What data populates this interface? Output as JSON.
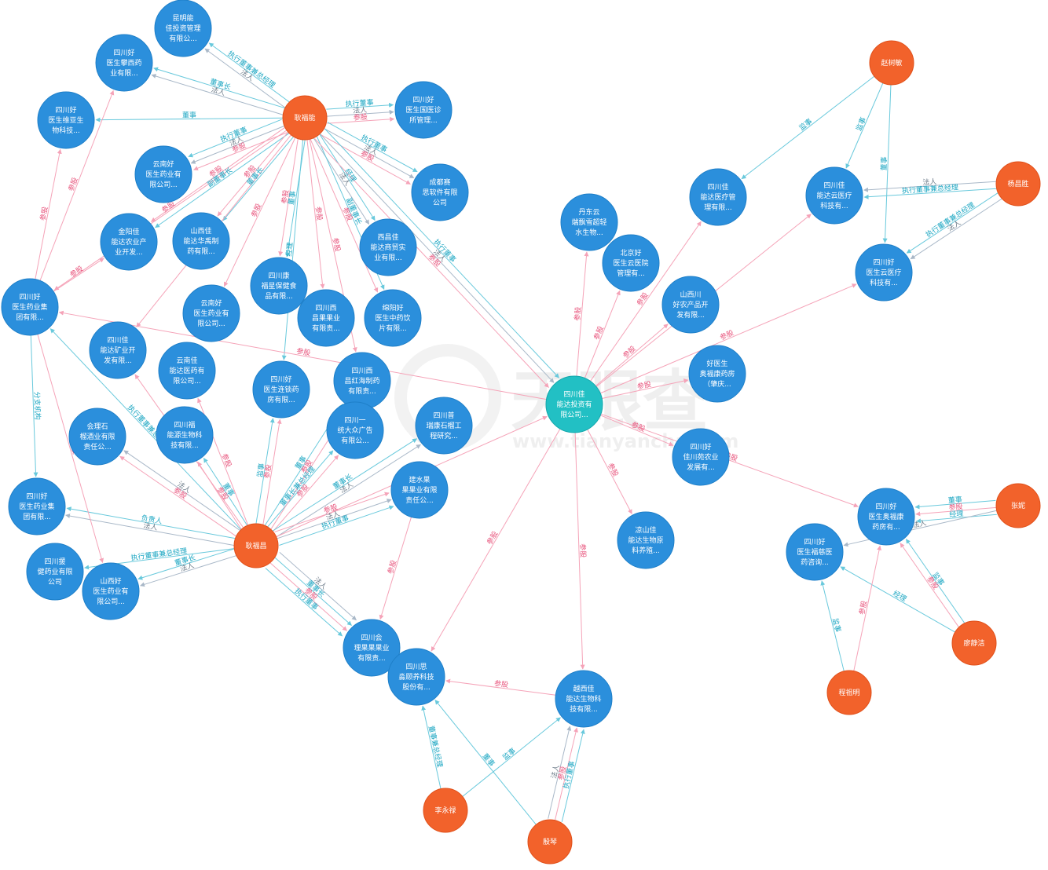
{
  "watermark": {
    "brand": "天眼查",
    "url": "www.tianyancha.com"
  },
  "colors": {
    "company": "#2b8fdc",
    "company_stroke": "#1e7fc8",
    "center": "#22c0c4",
    "center_stroke": "#15a7ab",
    "person": "#f2622b",
    "person_stroke": "#e0501a",
    "edge_invest": "#f5a3b8",
    "edge_role": "#69c9dc",
    "edge_legal": "#a9b8c8",
    "label_invest": "#e8547c",
    "label_role": "#1ba6c2",
    "label_legal": "#6b7a88"
  },
  "nodes": [
    {
      "id": "kunming",
      "type": "company",
      "lines": [
        "昆明能",
        "佳投资管理",
        "有限公..."
      ]
    },
    {
      "id": "panxi",
      "type": "company",
      "lines": [
        "四川好",
        "医生攀西药",
        "业有限..."
      ]
    },
    {
      "id": "weiya",
      "type": "company",
      "lines": [
        "四川好",
        "医生维亚生",
        "物科技..."
      ]
    },
    {
      "id": "guoyi",
      "type": "company",
      "lines": [
        "四川好",
        "医生国医诊",
        "所管理..."
      ]
    },
    {
      "id": "chengdusai",
      "type": "company",
      "lines": [
        "成都赛",
        "思软件有限",
        "公司"
      ]
    },
    {
      "id": "yunnan1",
      "type": "company",
      "lines": [
        "云南好",
        "医生药业有",
        "限公司..."
      ]
    },
    {
      "id": "jinyang",
      "type": "company",
      "lines": [
        "金阳佳",
        "能达农业产",
        "业开发..."
      ]
    },
    {
      "id": "shanxihua",
      "type": "company",
      "lines": [
        "山西佳",
        "能达华禹制",
        "药有限..."
      ]
    },
    {
      "id": "xichangshang",
      "type": "company",
      "lines": [
        "西昌佳",
        "能达商贸实",
        "业有限..."
      ]
    },
    {
      "id": "kangfu",
      "type": "company",
      "lines": [
        "四川康",
        "福星保健食",
        "品有限..."
      ]
    },
    {
      "id": "jituan1",
      "type": "company",
      "lines": [
        "四川好",
        "医生药业集",
        "团有限..."
      ]
    },
    {
      "id": "yunnan2",
      "type": "company",
      "lines": [
        "云南好",
        "医生药业有",
        "限公司..."
      ]
    },
    {
      "id": "xichangguo",
      "type": "company",
      "lines": [
        "四川西",
        "昌果果业",
        "有限责..."
      ]
    },
    {
      "id": "mianyang",
      "type": "company",
      "lines": [
        "绵阳好",
        "医生中药饮",
        "片有限..."
      ]
    },
    {
      "id": "kuangye",
      "type": "company",
      "lines": [
        "四川佳",
        "能达矿业开",
        "发有限..."
      ]
    },
    {
      "id": "yunnanjia",
      "type": "company",
      "lines": [
        "云南佳",
        "能达医药有",
        "限公司..."
      ]
    },
    {
      "id": "liansuo",
      "type": "company",
      "lines": [
        "四川好",
        "医生连锁药",
        "房有限..."
      ]
    },
    {
      "id": "honghai",
      "type": "company",
      "lines": [
        "四川西",
        "昌红海制药",
        "有限责..."
      ]
    },
    {
      "id": "huili",
      "type": "company",
      "lines": [
        "会理石",
        "榴酒业有限",
        "责任公..."
      ]
    },
    {
      "id": "fuyuan",
      "type": "company",
      "lines": [
        "四川福",
        "能源生物科",
        "技有限..."
      ]
    },
    {
      "id": "yitong",
      "type": "company",
      "lines": [
        "四川一",
        "统大众广告",
        "有限公..."
      ]
    },
    {
      "id": "puruikang",
      "type": "company",
      "lines": [
        "四川普",
        "瑞康石榴工",
        "程研究..."
      ]
    },
    {
      "id": "jianshui",
      "type": "company",
      "lines": [
        "建水果",
        "果果业有限",
        "责任公..."
      ]
    },
    {
      "id": "jituan2",
      "type": "company",
      "lines": [
        "四川好",
        "医生药业集",
        "团有限..."
      ]
    },
    {
      "id": "yuanjian",
      "type": "company",
      "lines": [
        "四川援",
        "健药业有限",
        "公司"
      ]
    },
    {
      "id": "shanxiyao",
      "type": "company",
      "lines": [
        "山西好",
        "医生药业有",
        "限公司..."
      ]
    },
    {
      "id": "huiliguo",
      "type": "company",
      "lines": [
        "四川会",
        "理果果果业",
        "有限责..."
      ]
    },
    {
      "id": "simiao",
      "type": "company",
      "lines": [
        "四川思",
        "淼颐养科技",
        "股份有..."
      ]
    },
    {
      "id": "yuexi",
      "type": "company",
      "lines": [
        "越西佳",
        "能达生物科",
        "技有限..."
      ]
    },
    {
      "id": "dandong",
      "type": "company",
      "lines": [
        "丹东云",
        "端飘雪超轻",
        "水生物..."
      ]
    },
    {
      "id": "beijing",
      "type": "company",
      "lines": [
        "北京好",
        "医生云医院",
        "管理有..."
      ]
    },
    {
      "id": "shanxinong",
      "type": "company",
      "lines": [
        "山西川",
        "好农产品开",
        "发有限..."
      ]
    },
    {
      "id": "yiliaoguanli",
      "type": "company",
      "lines": [
        "四川佳",
        "能达医疗管",
        "理有限..."
      ]
    },
    {
      "id": "yunyiliao",
      "type": "company",
      "lines": [
        "四川佳",
        "能达云医疗",
        "科技有..."
      ]
    },
    {
      "id": "haoyunyiliao",
      "type": "company",
      "lines": [
        "四川好",
        "医生云医疗",
        "科技有..."
      ]
    },
    {
      "id": "aofukang_zq",
      "type": "company",
      "lines": [
        "好医生",
        "奥福康药房",
        "（肇庆..."
      ]
    },
    {
      "id": "jiachuan",
      "type": "company",
      "lines": [
        "四川好",
        "佳川苑农业",
        "发展有..."
      ]
    },
    {
      "id": "liangshan",
      "type": "company",
      "lines": [
        "凉山佳",
        "能达生物原",
        "料养殖..."
      ]
    },
    {
      "id": "aofukang",
      "type": "company",
      "lines": [
        "四川好",
        "医生奥福康",
        "药房有..."
      ]
    },
    {
      "id": "fukang",
      "type": "company",
      "lines": [
        "四川好",
        "医生福慈医",
        "药咨询..."
      ]
    },
    {
      "id": "center",
      "type": "center",
      "lines": [
        "四川佳",
        "能达投资有",
        "限公司..."
      ]
    },
    {
      "id": "gengfuneng",
      "type": "person",
      "lines": [
        "耿福能"
      ]
    },
    {
      "id": "gengfuchang",
      "type": "person",
      "lines": [
        "耿福昌"
      ]
    },
    {
      "id": "zhaoshumin",
      "type": "person",
      "lines": [
        "赵树敏"
      ]
    },
    {
      "id": "yangchangsheng",
      "type": "person",
      "lines": [
        "杨昌胜"
      ]
    },
    {
      "id": "zhangni",
      "type": "person",
      "lines": [
        "张妮"
      ]
    },
    {
      "id": "liaojingjie",
      "type": "person",
      "lines": [
        "廖静洁"
      ]
    },
    {
      "id": "chengzuming",
      "type": "person",
      "lines": [
        "程祖明"
      ]
    },
    {
      "id": "liyonglu",
      "type": "person",
      "lines": [
        "李永禄"
      ]
    },
    {
      "id": "yinqin",
      "type": "person",
      "lines": [
        "殷琴"
      ]
    }
  ],
  "edges": [
    {
      "from": "gengfuneng",
      "to": "kunming",
      "kind": "legal",
      "label": "法人"
    },
    {
      "from": "gengfuneng",
      "to": "kunming",
      "kind": "role",
      "label": "执行董事兼总经理"
    },
    {
      "from": "gengfuneng",
      "to": "panxi",
      "kind": "legal",
      "label": "法人"
    },
    {
      "from": "gengfuneng",
      "to": "panxi",
      "kind": "role",
      "label": "董事长"
    },
    {
      "from": "gengfuneng",
      "to": "weiya",
      "kind": "role",
      "label": "董事"
    },
    {
      "from": "gengfuneng",
      "to": "guoyi",
      "kind": "role",
      "label": "执行董事"
    },
    {
      "from": "gengfuneng",
      "to": "guoyi",
      "kind": "legal",
      "label": "法人"
    },
    {
      "from": "gengfuneng",
      "to": "guoyi",
      "kind": "invest",
      "label": "参股"
    },
    {
      "from": "gengfuneng",
      "to": "chengdusai",
      "kind": "role",
      "label": "执行董事"
    },
    {
      "from": "gengfuneng",
      "to": "chengdusai",
      "kind": "legal",
      "label": "法人"
    },
    {
      "from": "gengfuneng",
      "to": "chengdusai",
      "kind": "invest",
      "label": "参股"
    },
    {
      "from": "gengfuneng",
      "to": "yunnan1",
      "kind": "invest",
      "label": "参股"
    },
    {
      "from": "gengfuneng",
      "to": "yunnan1",
      "kind": "legal",
      "label": "法人"
    },
    {
      "from": "gengfuneng",
      "to": "yunnan1",
      "kind": "role",
      "label": "执行董事"
    },
    {
      "from": "gengfuneng",
      "to": "jinyang",
      "kind": "role",
      "label": "副董事长"
    },
    {
      "from": "gengfuneng",
      "to": "jinyang",
      "kind": "invest",
      "label": "参股"
    },
    {
      "from": "gengfuneng",
      "to": "shanxihua",
      "kind": "role",
      "label": "董事长"
    },
    {
      "from": "gengfuneng",
      "to": "shanxihua",
      "kind": "invest",
      "label": "参股"
    },
    {
      "from": "gengfuneng",
      "to": "xichangshang",
      "kind": "role",
      "label": "经理"
    },
    {
      "from": "gengfuneng",
      "to": "xichangshang",
      "kind": "legal",
      "label": "法人"
    },
    {
      "from": "gengfuneng",
      "to": "kangfu",
      "kind": "role",
      "label": "董事"
    },
    {
      "from": "gengfuneng",
      "to": "kangfu",
      "kind": "invest",
      "label": "参股"
    },
    {
      "from": "gengfuneng",
      "to": "jituan1",
      "kind": "invest",
      "label": "参股"
    },
    {
      "from": "gengfuneng",
      "to": "yunnan2",
      "kind": "invest",
      "label": "参股"
    },
    {
      "from": "gengfuneng",
      "to": "xichangguo",
      "kind": "invest",
      "label": "参股"
    },
    {
      "from": "gengfuneng",
      "to": "mianyang",
      "kind": "role",
      "label": "副董事长"
    },
    {
      "from": "gengfuneng",
      "to": "mianyang",
      "kind": "invest",
      "label": "参股"
    },
    {
      "from": "gengfuneng",
      "to": "kuangye",
      "kind": "invest",
      "label": "参股"
    },
    {
      "from": "gengfuneng",
      "to": "honghai",
      "kind": "invest",
      "label": "参股"
    },
    {
      "from": "gengfuneng",
      "to": "liansuo",
      "kind": "role",
      "label": "经理"
    },
    {
      "from": "gengfuneng",
      "to": "center",
      "kind": "role",
      "label": "执行董事"
    },
    {
      "from": "gengfuneng",
      "to": "center",
      "kind": "legal",
      "label": "法人"
    },
    {
      "from": "gengfuneng",
      "to": "center",
      "kind": "invest",
      "label": "参股"
    },
    {
      "from": "gengfuchang",
      "to": "jituan2",
      "kind": "legal",
      "label": "法人"
    },
    {
      "from": "gengfuchang",
      "to": "jituan2",
      "kind": "role",
      "label": "负责人"
    },
    {
      "from": "gengfuchang",
      "to": "yuanjian",
      "kind": "role",
      "label": "执行董事兼总经理"
    },
    {
      "from": "gengfuchang",
      "to": "shanxiyao",
      "kind": "legal",
      "label": "法人"
    },
    {
      "from": "gengfuchang",
      "to": "shanxiyao",
      "kind": "role",
      "label": "董事长"
    },
    {
      "from": "gengfuchang",
      "to": "huili",
      "kind": "invest",
      "label": "参股"
    },
    {
      "from": "gengfuchang",
      "to": "huili",
      "kind": "legal",
      "label": "法人"
    },
    {
      "from": "gengfuchang",
      "to": "jituan1",
      "kind": "role",
      "label": "执行董事兼总经理"
    },
    {
      "from": "gengfuchang",
      "to": "fuyuan",
      "kind": "invest",
      "label": "参股"
    },
    {
      "from": "gengfuchang",
      "to": "fuyuan",
      "kind": "role",
      "label": "董事"
    },
    {
      "from": "gengfuchang",
      "to": "yunnanjia",
      "kind": "invest",
      "label": "参股"
    },
    {
      "from": "gengfuchang",
      "to": "kuangye",
      "kind": "invest",
      "label": "参股"
    },
    {
      "from": "gengfuchang",
      "to": "liansuo",
      "kind": "role",
      "label": "监事"
    },
    {
      "from": "gengfuchang",
      "to": "liansuo",
      "kind": "invest",
      "label": "参股"
    },
    {
      "from": "gengfuchang",
      "to": "yitong",
      "kind": "role",
      "label": "董事长兼总经理"
    },
    {
      "from": "gengfuchang",
      "to": "yitong",
      "kind": "invest",
      "label": "参股"
    },
    {
      "from": "gengfuchang",
      "to": "honghai",
      "kind": "role",
      "label": "董事"
    },
    {
      "from": "gengfuchang",
      "to": "honghai",
      "kind": "invest",
      "label": "参股"
    },
    {
      "from": "gengfuchang",
      "to": "puruikang",
      "kind": "role",
      "label": "董事长"
    },
    {
      "from": "gengfuchang",
      "to": "puruikang",
      "kind": "legal",
      "label": "法人"
    },
    {
      "from": "gengfuchang",
      "to": "jianshui",
      "kind": "invest",
      "label": "参股"
    },
    {
      "from": "gengfuchang",
      "to": "jianshui",
      "kind": "legal",
      "label": "法人"
    },
    {
      "from": "gengfuchang",
      "to": "jianshui",
      "kind": "role",
      "label": "执行董事"
    },
    {
      "from": "gengfuchang",
      "to": "huiliguo",
      "kind": "legal",
      "label": "法人"
    },
    {
      "from": "gengfuchang",
      "to": "huiliguo",
      "kind": "role",
      "label": "董事长"
    },
    {
      "from": "gengfuchang",
      "to": "huiliguo",
      "kind": "invest",
      "label": "参股"
    },
    {
      "from": "gengfuchang",
      "to": "huiliguo",
      "kind": "role",
      "label": "执行董事"
    },
    {
      "from": "gengfuchang",
      "to": "center",
      "kind": "invest",
      "label": "参股"
    },
    {
      "from": "jituan1",
      "to": "jituan2",
      "kind": "role",
      "label": "分支机构"
    },
    {
      "from": "jituan1",
      "to": "panxi",
      "kind": "invest",
      "label": "参股"
    },
    {
      "from": "jituan1",
      "to": "weiya",
      "kind": "invest",
      "label": "参股"
    },
    {
      "from": "jituan1",
      "to": "jinyang",
      "kind": "invest",
      "label": "参股"
    },
    {
      "from": "jituan1",
      "to": "shanxiyao",
      "kind": "invest",
      "label": "参股"
    },
    {
      "from": "center",
      "to": "jituan1",
      "kind": "invest",
      "label": "参股"
    },
    {
      "from": "center",
      "to": "dandong",
      "kind": "invest",
      "label": "参股"
    },
    {
      "from": "center",
      "to": "beijing",
      "kind": "invest",
      "label": "参股"
    },
    {
      "from": "center",
      "to": "shanxinong",
      "kind": "invest",
      "label": "参股"
    },
    {
      "from": "center",
      "to": "yiliaoguanli",
      "kind": "invest",
      "label": "参股"
    },
    {
      "from": "center",
      "to": "yunyiliao",
      "kind": "invest",
      "label": "参股"
    },
    {
      "from": "center",
      "to": "haoyunyiliao",
      "kind": "invest",
      "label": "参股"
    },
    {
      "from": "center",
      "to": "aofukang_zq",
      "kind": "invest",
      "label": "参股"
    },
    {
      "from": "center",
      "to": "jiachuan",
      "kind": "invest",
      "label": "参股"
    },
    {
      "from": "center",
      "to": "aofukang",
      "kind": "invest",
      "label": "参股"
    },
    {
      "from": "center",
      "to": "liangshan",
      "kind": "invest",
      "label": "参股"
    },
    {
      "from": "center",
      "to": "yuexi",
      "kind": "invest",
      "label": "参股"
    },
    {
      "from": "center",
      "to": "simiao",
      "kind": "invest",
      "label": "参股"
    },
    {
      "from": "jianshui",
      "to": "huiliguo",
      "kind": "invest",
      "label": "参股"
    },
    {
      "from": "yuexi",
      "to": "simiao",
      "kind": "invest",
      "label": "参股"
    },
    {
      "from": "zhaoshumin",
      "to": "yiliaoguanli",
      "kind": "role",
      "label": "监事"
    },
    {
      "from": "zhaoshumin",
      "to": "yunyiliao",
      "kind": "role",
      "label": "监事"
    },
    {
      "from": "zhaoshumin",
      "to": "haoyunyiliao",
      "kind": "role",
      "label": "董事"
    },
    {
      "from": "yangchangsheng",
      "to": "yunyiliao",
      "kind": "role",
      "label": "执行董事兼总经理"
    },
    {
      "from": "yangchangsheng",
      "to": "yunyiliao",
      "kind": "legal",
      "label": "法人"
    },
    {
      "from": "yangchangsheng",
      "to": "haoyunyiliao",
      "kind": "legal",
      "label": "法人"
    },
    {
      "from": "yangchangsheng",
      "to": "haoyunyiliao",
      "kind": "role",
      "label": "执行董事兼总经理"
    },
    {
      "from": "zhangni",
      "to": "aofukang",
      "kind": "role",
      "label": "经理"
    },
    {
      "from": "zhangni",
      "to": "aofukang",
      "kind": "invest",
      "label": "参股"
    },
    {
      "from": "zhangni",
      "to": "aofukang",
      "kind": "role",
      "label": "董事"
    },
    {
      "from": "zhangni",
      "to": "fukang",
      "kind": "legal",
      "label": "法人"
    },
    {
      "from": "liaojingjie",
      "to": "aofukang",
      "kind": "invest",
      "label": "参股"
    },
    {
      "from": "liaojingjie",
      "to": "aofukang",
      "kind": "role",
      "label": "监事"
    },
    {
      "from": "liaojingjie",
      "to": "fukang",
      "kind": "role",
      "label": "经理"
    },
    {
      "from": "chengzuming",
      "to": "fukang",
      "kind": "role",
      "label": "监事"
    },
    {
      "from": "chengzuming",
      "to": "aofukang",
      "kind": "invest",
      "label": "参股"
    },
    {
      "from": "liyonglu",
      "to": "simiao",
      "kind": "role",
      "label": "董事兼总经理"
    },
    {
      "from": "liyonglu",
      "to": "yuexi",
      "kind": "role",
      "label": "监事"
    },
    {
      "from": "yinqin",
      "to": "simiao",
      "kind": "role",
      "label": "董事"
    },
    {
      "from": "yinqin",
      "to": "yuexi",
      "kind": "legal",
      "label": "法人"
    },
    {
      "from": "yinqin",
      "to": "yuexi",
      "kind": "invest",
      "label": "参股"
    },
    {
      "from": "yinqin",
      "to": "yuexi",
      "kind": "role",
      "label": "执行董事"
    }
  ]
}
